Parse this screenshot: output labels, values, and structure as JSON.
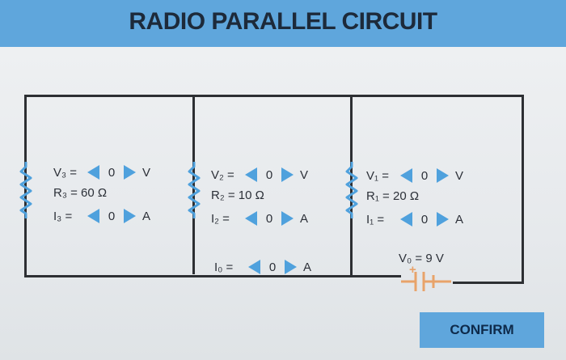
{
  "title": "RADIO PARALLEL CIRCUIT",
  "branches": [
    {
      "voltage_label": "V₃ =",
      "voltage_value": "0",
      "voltage_unit": "V",
      "resistance": "R₃ = 60 Ω",
      "current_label": "I₃ =",
      "current_value": "0",
      "current_unit": "A"
    },
    {
      "voltage_label": "V₂ =",
      "voltage_value": "0",
      "voltage_unit": "V",
      "resistance": "R₂ = 10 Ω",
      "current_label": "I₂ =",
      "current_value": "0",
      "current_unit": "A"
    },
    {
      "voltage_label": "V₁ =",
      "voltage_value": "0",
      "voltage_unit": "V",
      "resistance": "R₁ = 20 Ω",
      "current_label": "I₁ =",
      "current_value": "0",
      "current_unit": "A"
    }
  ],
  "total_current": {
    "label": "I₀ =",
    "value": "0",
    "unit": "A"
  },
  "source": {
    "label": "V₀ = 9 V",
    "plus": "+"
  },
  "confirm_label": "CONFIRM",
  "colors": {
    "header": "#5fa6dc",
    "arrow": "#4fa1dd",
    "resistor": "#4fa1dd",
    "battery": "#e8a36a",
    "wire": "#2d2f33"
  }
}
